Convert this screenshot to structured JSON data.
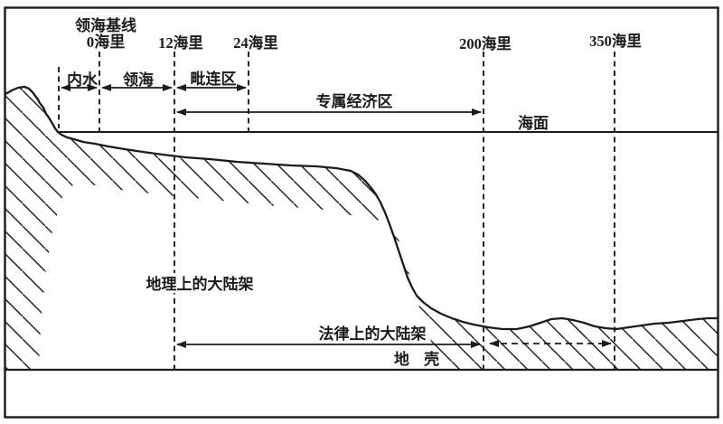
{
  "colors": {
    "line": "#1b1b1b",
    "background": "#ffffff"
  },
  "markers": {
    "baseline_title": "领海基线",
    "baseline_value": "0海里",
    "nm12": "12海里",
    "nm24": "24海里",
    "nm200": "200海里",
    "nm350": "350海里"
  },
  "zones": {
    "internal_waters": "内水",
    "territorial_sea": "领海",
    "contiguous_zone": "毗连区",
    "exclusive_economic_zone": "专属经济区"
  },
  "sea": {
    "surface_label": "海面"
  },
  "shelf": {
    "geographic_label": "地理上的大陆架",
    "legal_label": "法律上的大陆架"
  },
  "crust": {
    "label": "地 壳"
  }
}
